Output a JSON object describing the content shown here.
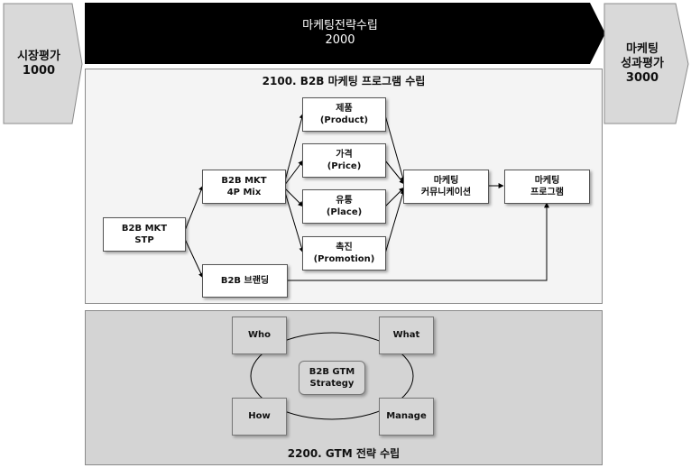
{
  "left_arrow": {
    "title": "시장평가",
    "code": "1000"
  },
  "top_bar": {
    "title": "마케팅전략수립",
    "code": "2000"
  },
  "right_arrow": {
    "title": "마케팅\n성과평가",
    "code": "3000"
  },
  "section_2100": {
    "title": "2100. B2B 마케팅 프로그램 수립",
    "boxes": {
      "stp": "B2B MKT\nSTP",
      "mix": "B2B MKT\n4P Mix",
      "branding": "B2B 브랜딩",
      "product": "제품\n(Product)",
      "price": "가격\n(Price)",
      "place": "유통\n(Place)",
      "promotion": "촉진\n(Promotion)",
      "communication": "마케팅\n커뮤니케이션",
      "program": "마케팅\n프로그램"
    }
  },
  "section_2200": {
    "title": "2200. GTM 전략 수립",
    "center": "B2B GTM\nStrategy",
    "who": "Who",
    "what": "What",
    "how": "How",
    "manage": "Manage"
  }
}
